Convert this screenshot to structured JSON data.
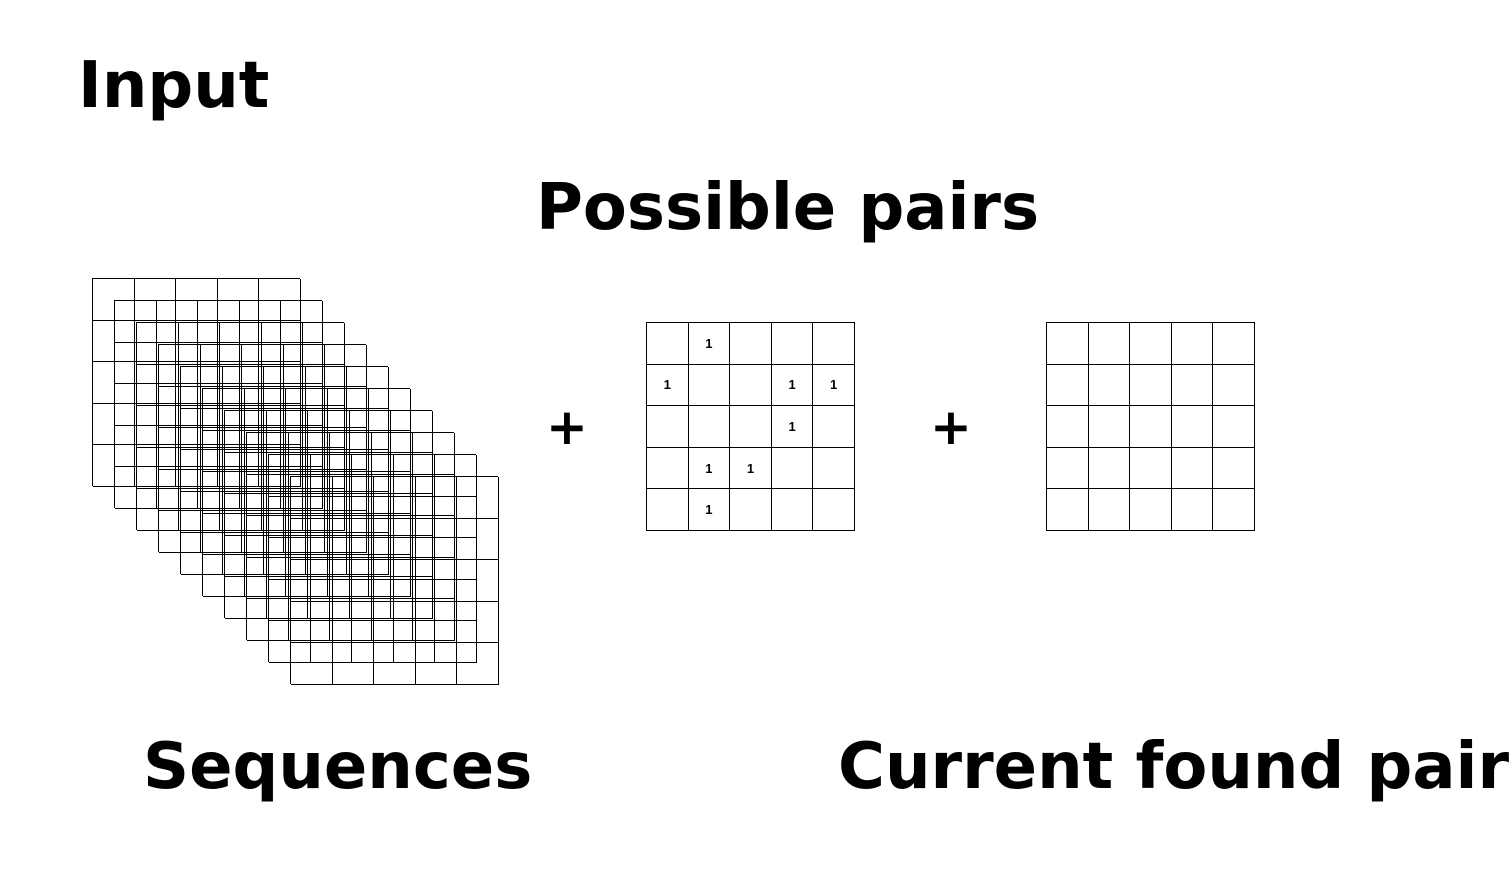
{
  "labels": {
    "input": "Input",
    "possible_pairs": "Possible pairs",
    "sequences": "Sequences",
    "current_found_pairs": "Current found pairs",
    "plus": "+"
  },
  "sequences_stack": {
    "layer_count": 10,
    "rows": 5,
    "cols": 5
  },
  "possible_pairs_matrix": [
    [
      "",
      "1",
      "",
      "",
      ""
    ],
    [
      "1",
      "",
      "",
      "1",
      "1"
    ],
    [
      "",
      "",
      "",
      "1",
      ""
    ],
    [
      "",
      "1",
      "1",
      "",
      ""
    ],
    [
      "",
      "1",
      "",
      "",
      ""
    ]
  ],
  "current_found_pairs_matrix": [
    [
      "",
      "",
      "",
      "",
      ""
    ],
    [
      "",
      "",
      "",
      "",
      ""
    ],
    [
      "",
      "",
      "",
      "",
      ""
    ],
    [
      "",
      "",
      "",
      "",
      ""
    ],
    [
      "",
      "",
      "",
      "",
      ""
    ]
  ]
}
